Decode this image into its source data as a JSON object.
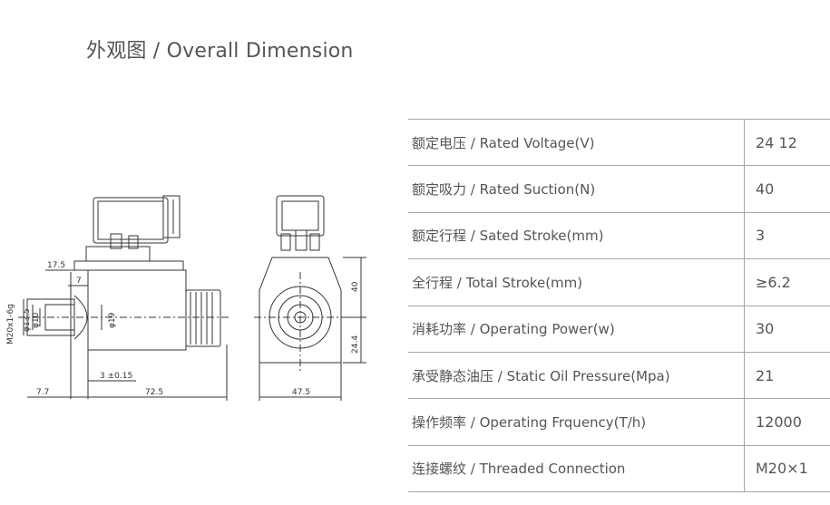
{
  "title": "外观图 / Overall Dimension",
  "drawing_labels": {
    "d17_5": "17.5",
    "d7": "7",
    "m20": "M20x1-6g",
    "d13_5": "φ13.5",
    "d10": "φ10",
    "d19": "φ19",
    "d3": "3 ±0.15",
    "d7_7": "7.7",
    "d72_5": "72.5",
    "d47_5": "47.5",
    "d40": "40",
    "d24_4": "24.4"
  },
  "specs": [
    {
      "label": "额定电压 / Rated Voltage(V)",
      "value": "24  12"
    },
    {
      "label": "额定吸力 / Rated Suction(N)",
      "value": "40"
    },
    {
      "label": "额定行程 / Sated Stroke(mm)",
      "value": "3"
    },
    {
      "label": "全行程 / Total Stroke(mm)",
      "value": "≥6.2"
    },
    {
      "label": "消耗功率 / Operating Power(w)",
      "value": "30"
    },
    {
      "label": "承受静态油压 / Static Oil Pressure(Mpa)",
      "value": "21"
    },
    {
      "label": "操作频率 / Operating Frquency(T/h)",
      "value": "12000"
    },
    {
      "label": "连接螺纹 / Threaded Connection",
      "value": "M20×1"
    }
  ]
}
